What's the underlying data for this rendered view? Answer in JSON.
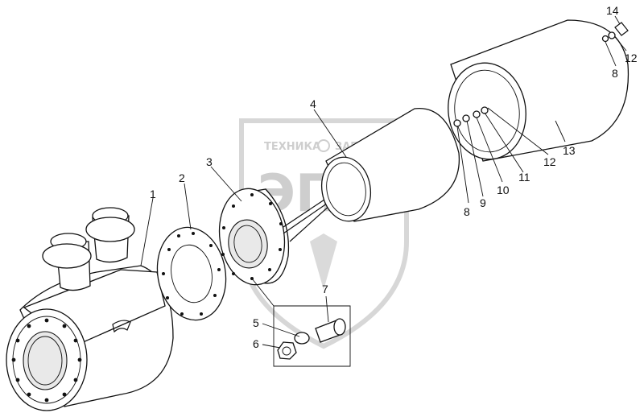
{
  "watermark": {
    "top_text": "ТЕХНИКА",
    "top_text_right": "ЗАПЧАСТИ",
    "logo_text": "ЭПФ"
  },
  "callouts": [
    "1",
    "2",
    "3",
    "4",
    "5",
    "6",
    "7",
    "8",
    "9",
    "10",
    "11",
    "12",
    "13",
    "14",
    "12",
    "8"
  ],
  "colors": {
    "line": "#111111",
    "watermark": "#c9c9c9",
    "background": "#ffffff"
  }
}
